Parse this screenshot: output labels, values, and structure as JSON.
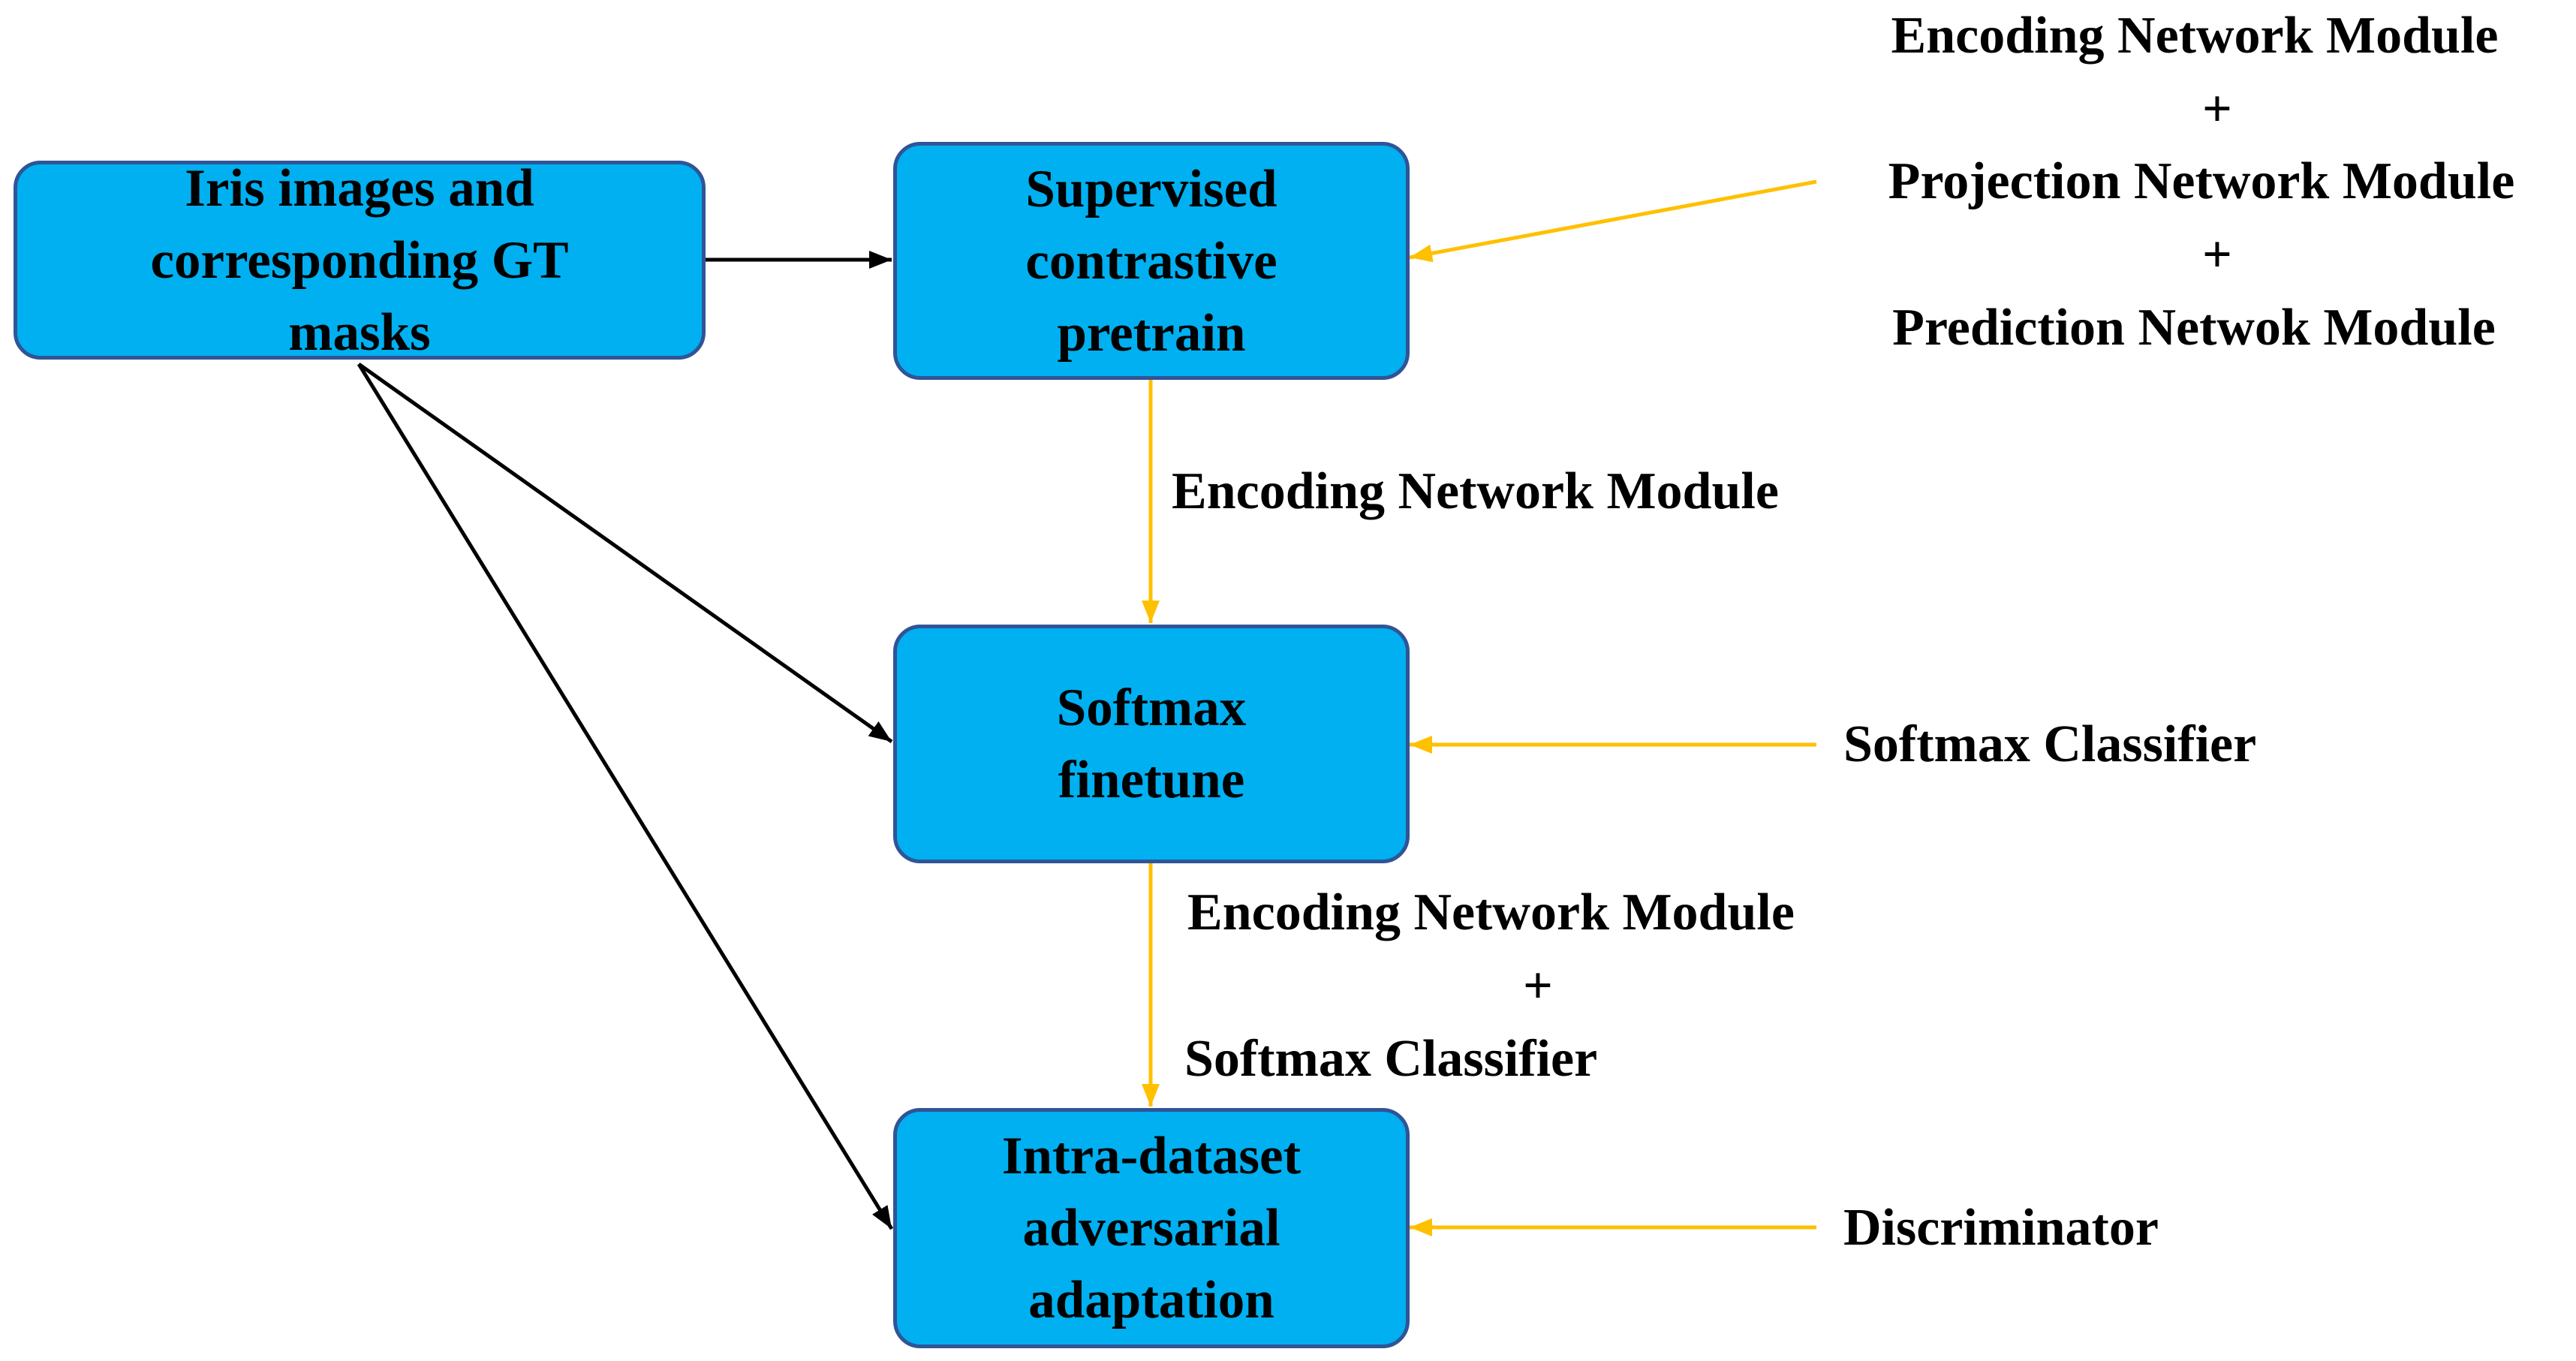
{
  "diagram": {
    "nodes": {
      "iris": {
        "label": "Iris images and\ncorresponding GT\nmasks"
      },
      "pretrain": {
        "label": "Supervised\ncontrastive\npretrain"
      },
      "finetune": {
        "label": "Softmax\nfinetune"
      },
      "adapt": {
        "label": "Intra-dataset\nadversarial\nadaptation"
      }
    },
    "side_labels": {
      "pretrain_modules": {
        "line1": "Encoding Network Module",
        "plus1": "+",
        "line2": "Projection Network Module",
        "plus2": "+",
        "line3": "Prediction Netwok Module"
      },
      "finetune_module": "Softmax Classifier",
      "adapt_module": "Discriminator"
    },
    "edge_labels": {
      "pretrain_to_finetune": "Encoding Network Module",
      "finetune_to_adapt": {
        "line1": "Encoding Network Module",
        "plus": "+",
        "line2": "Softmax Classifier"
      }
    },
    "colors": {
      "box_fill": "#00b0f0",
      "box_border": "#2f5597",
      "data_arrow": "#000000",
      "module_arrow": "#ffc000"
    }
  }
}
